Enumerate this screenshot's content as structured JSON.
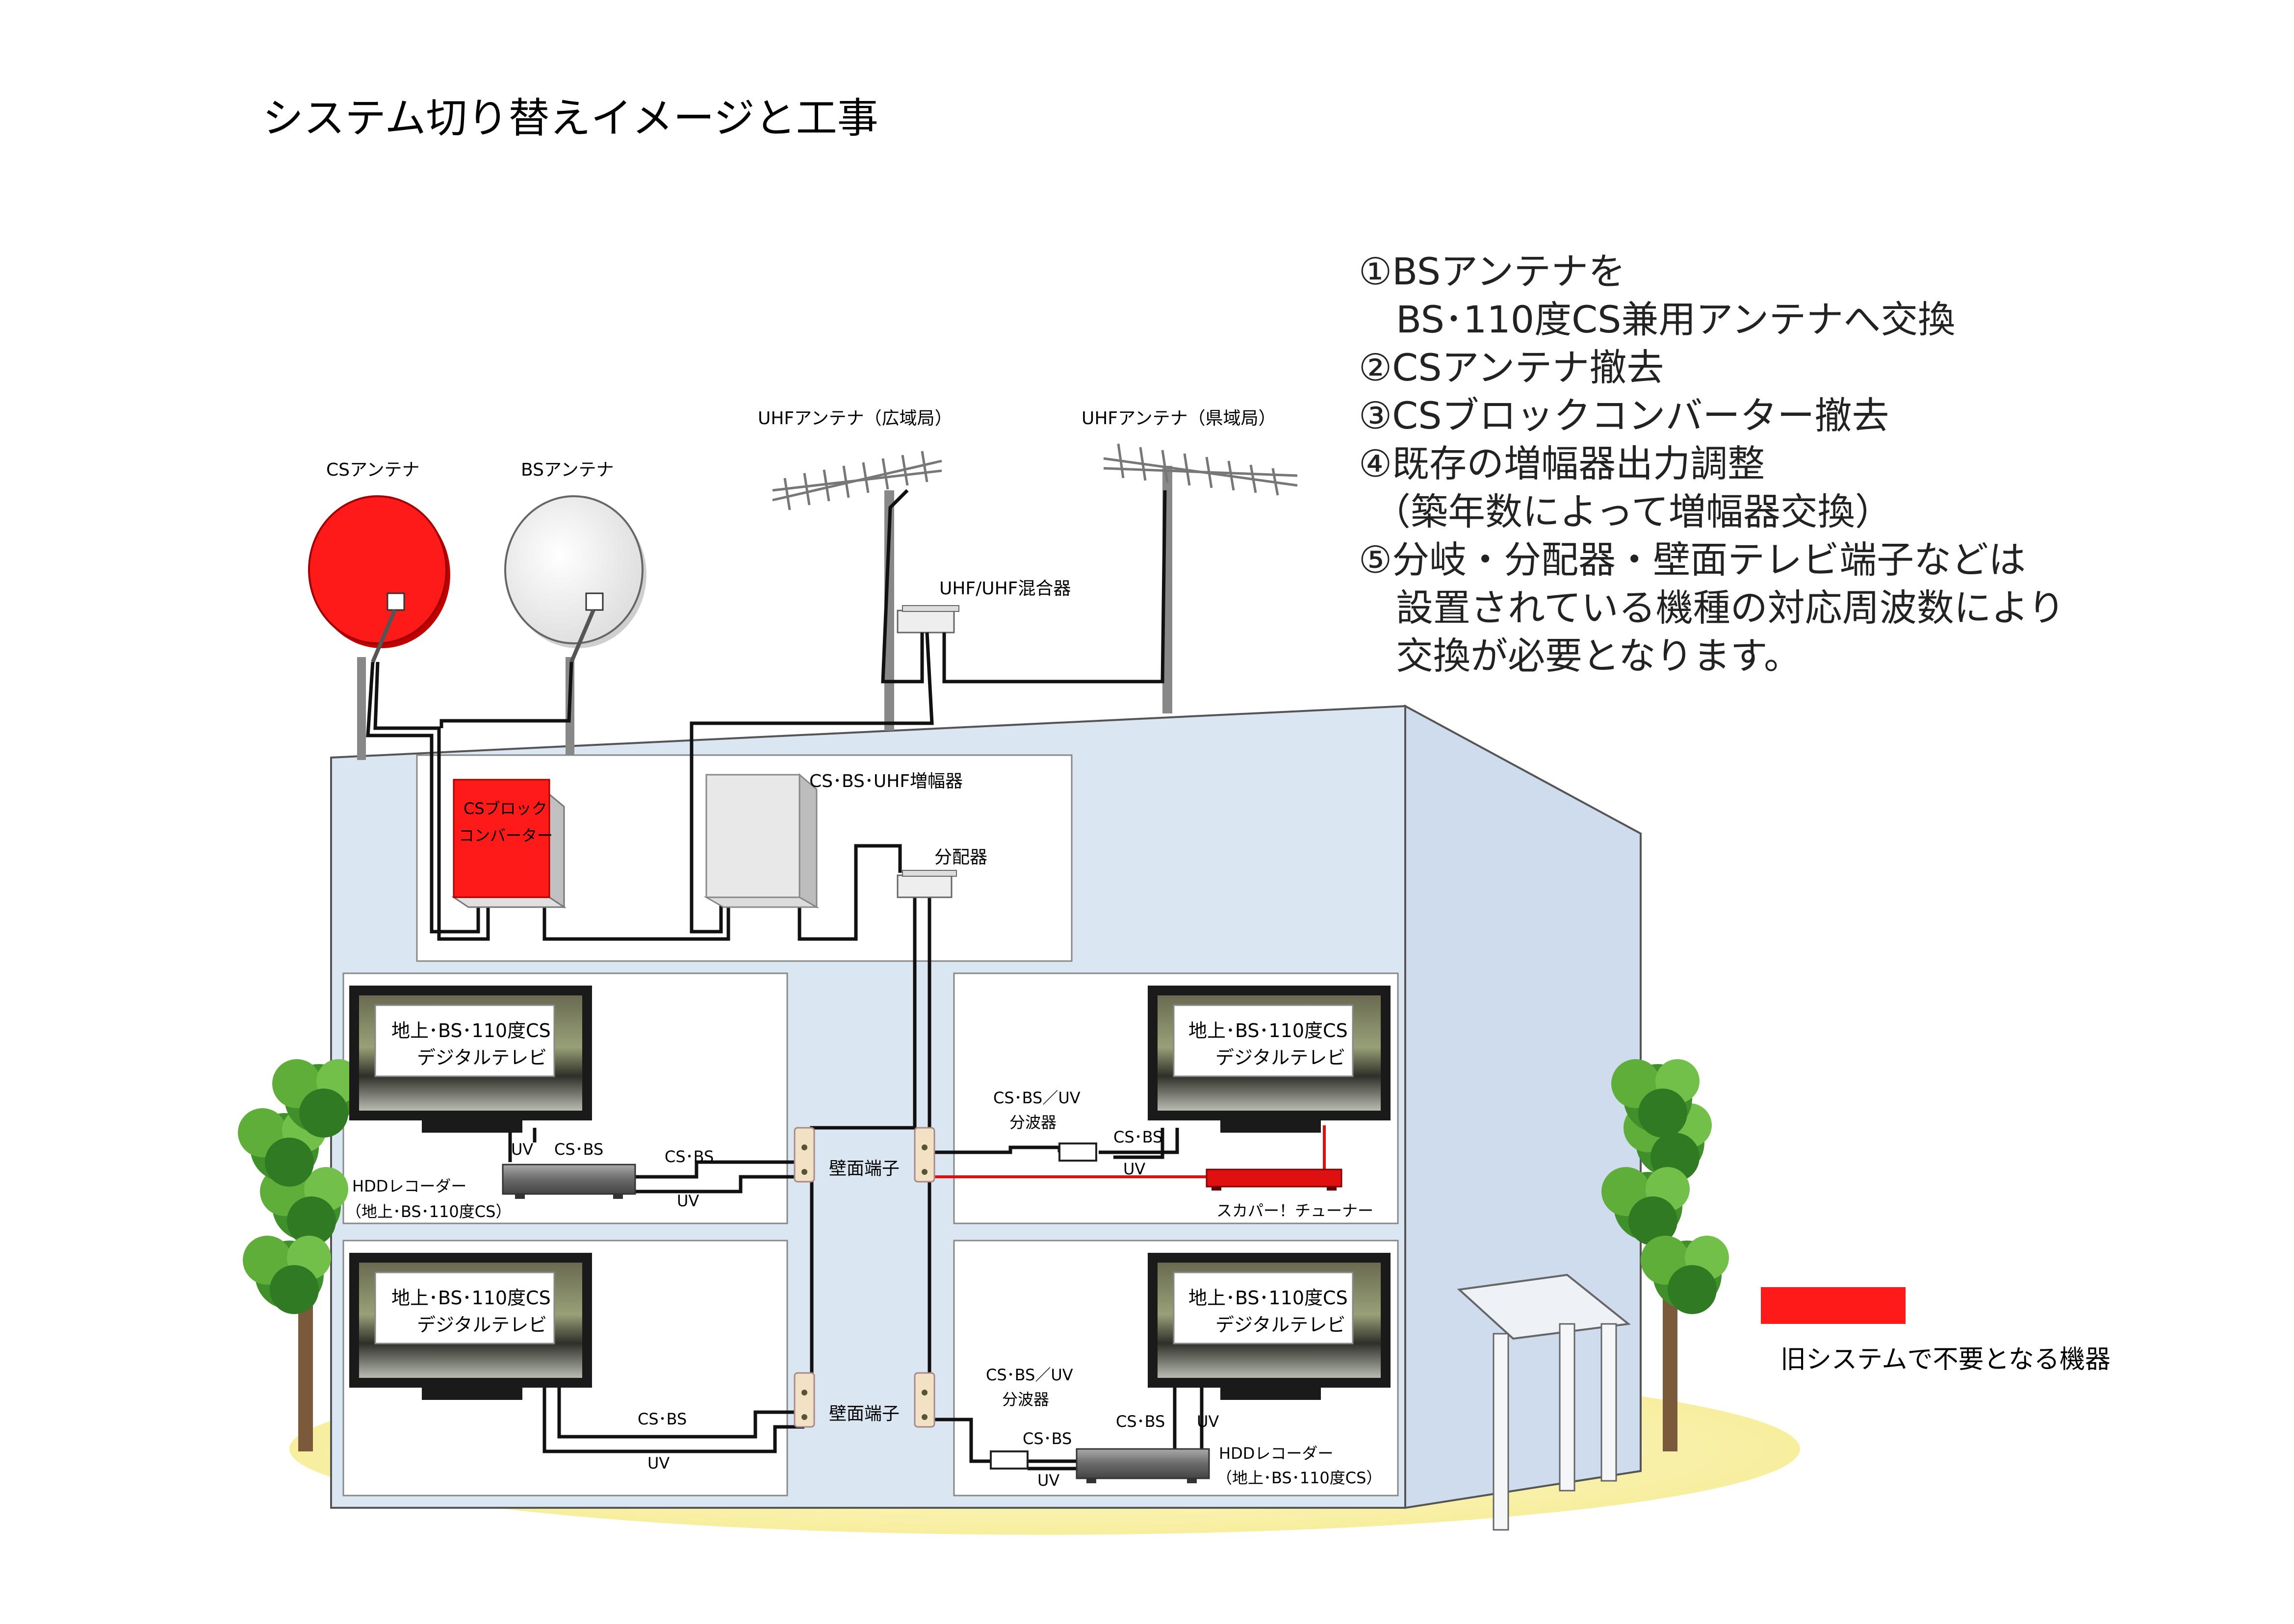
{
  "title": "システム切り替えイメージと工事",
  "notes": [
    "①BSアンテナを",
    "　BS･110度CS兼用アンテナへ交換",
    "②CSアンテナ撤去",
    "③CSブロックコンバーター撤去",
    "④既存の増幅器出力調整",
    "（築年数によって増幅器交換）",
    "⑤分岐・分配器・壁面テレビ端子などは",
    "　設置されている機種の対応周波数により",
    "　交換が必要となります。"
  ],
  "antennas": {
    "cs": "CSアンテナ",
    "bs": "BSアンテナ",
    "uhf_wide": "UHFアンテナ（広域局）",
    "uhf_pref": "UHFアンテナ（県域局）",
    "mixer": "UHF/UHF混合器"
  },
  "equipment": {
    "cs_converter_line1": "CSブロック",
    "cs_converter_line2": "コンバーター",
    "amplifier": "CS･BS･UHF増幅器",
    "distributor": "分配器",
    "wall_terminal": "壁面端子"
  },
  "tv": {
    "line1": "地上･BS･110度CS",
    "line2": "デジタルテレビ"
  },
  "rooms": {
    "top_left": {
      "recorder_line1": "HDDレコーダー",
      "recorder_line2": "（地上･BS･110度CS）",
      "uv_short": "UV",
      "csbs_short": "CS･BS",
      "csbs_line": "CS･BS",
      "uv_line": "UV"
    },
    "top_right": {
      "splitter_line1": "CS･BS／UV",
      "splitter_line2": "分波器",
      "csbs": "CS･BS",
      "uv": "UV",
      "tuner": "スカパー！チューナー"
    },
    "bottom_left": {
      "csbs": "CS･BS",
      "uv": "UV"
    },
    "bottom_right": {
      "splitter_line1": "CS･BS／UV",
      "splitter_line2": "分波器",
      "csbs_left": "CS･BS",
      "uv_left": "UV",
      "csbs_right": "CS･BS",
      "uv_right": "UV",
      "recorder_line1": "HDDレコーダー",
      "recorder_line2": "（地上･BS･110度CS）"
    }
  },
  "legend": {
    "text": "旧システムで不要となる機器",
    "color": "#ff1a1a"
  },
  "colors": {
    "removed": "#ff1a1a",
    "building": "#dbe6f3",
    "ground": "#fbf3b8"
  }
}
